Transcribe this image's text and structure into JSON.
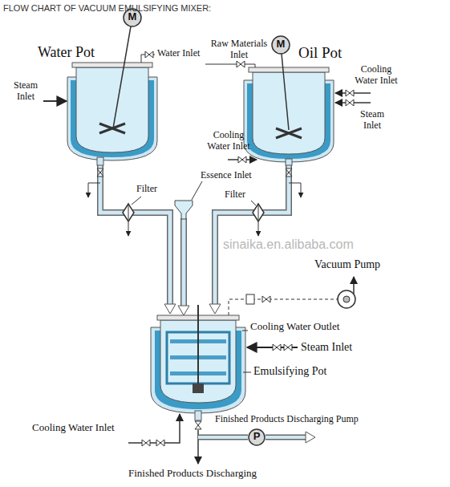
{
  "diagram": {
    "title": "FLOW CHART OF VACUUM EMULSIFYING MIXER:",
    "nodes": [
      {
        "text": [
          "Water Pot"
        ]
      },
      {
        "text": [
          "Oil Pot"
        ]
      },
      {
        "text": [
          "Emulsifying Pot"
        ]
      }
    ],
    "edges": [
      {
        "from": 0,
        "to": 2,
        "arrow": "to"
      },
      {
        "from": 1,
        "to": 2,
        "arrow": "to"
      }
    ],
    "labels": [
      "M",
      "Water Inlet",
      "Raw Materials Inlet",
      "M",
      "Steam Inlet",
      "Cooling Water Inlet",
      "Steam Inlet",
      "Cooling Water Inlet",
      "Essence Inlet",
      "Filter",
      "Filter",
      "sinaika.en.alibaba.com",
      "Vacuum Pump",
      "Cooling Water Outlet",
      "Steam Inlet",
      "Cooling Water Inlet",
      "Finished Products Discharging Pump",
      "P",
      "Finished Products Discharging"
    ]
  }
}
